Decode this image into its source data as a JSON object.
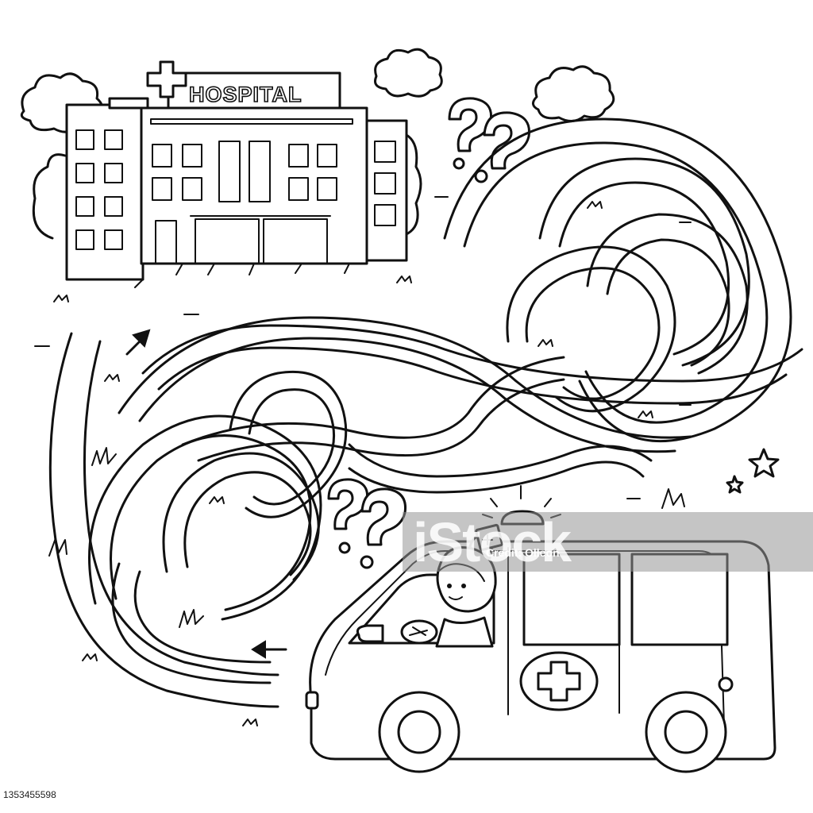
{
  "hospital": {
    "sign_text": "HOSPITAL"
  },
  "watermark": {
    "logo": "iStock",
    "credit": "Credit: Olleon"
  },
  "footer": {
    "image_id": "1353455598"
  }
}
